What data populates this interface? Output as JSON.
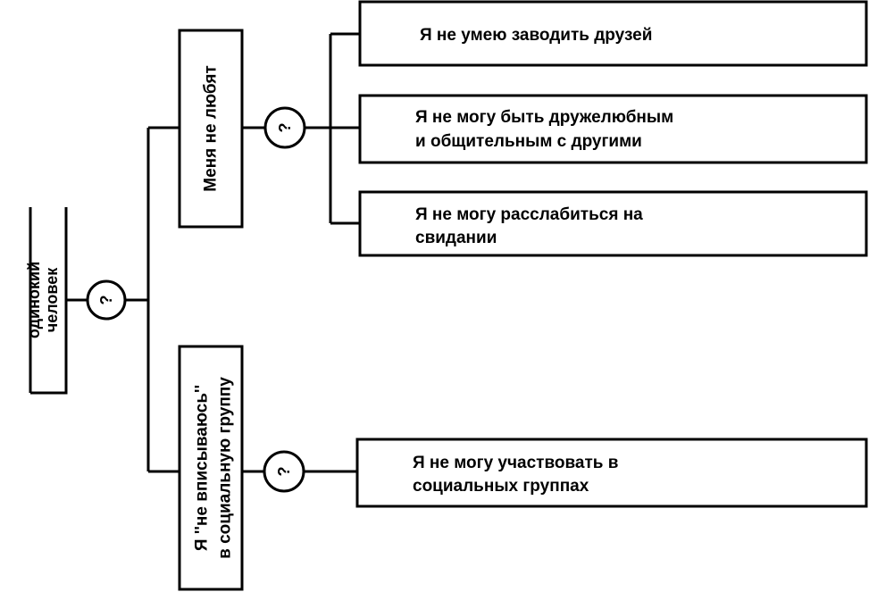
{
  "root": {
    "lines": [
      "одинокий",
      "человек"
    ]
  },
  "question_mark": "?",
  "branches": [
    {
      "label_lines": [
        "Меня не любят"
      ],
      "children": [
        {
          "lines": [
            "Я не умею заводить друзей"
          ]
        },
        {
          "lines": [
            "Я не могу быть дружелюбным",
            "и общительным с другими"
          ]
        },
        {
          "lines": [
            "Я не могу расслабиться на",
            "свидании"
          ]
        }
      ]
    },
    {
      "label_lines": [
        "Я ''не вписываюсь''",
        "в социальную группу"
      ],
      "children": [
        {
          "lines": [
            "Я не могу участвовать в",
            "социальных группах"
          ]
        }
      ]
    }
  ]
}
